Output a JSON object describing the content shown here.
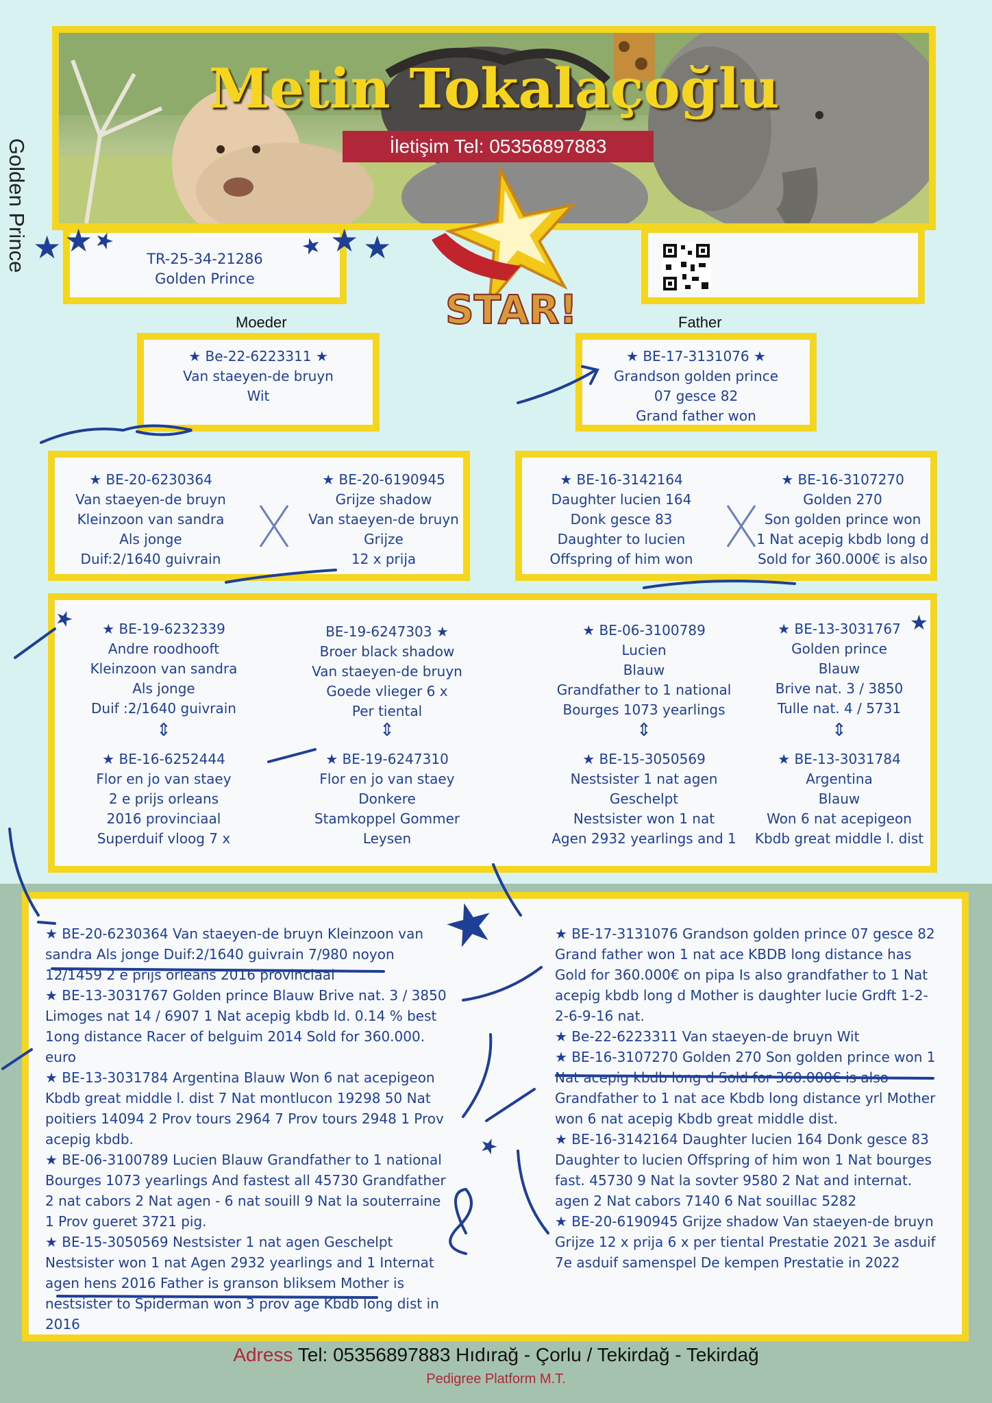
{
  "side_title": "Golden Prince",
  "header": {
    "title": "Metin Tokalaçoğlu",
    "phone": "İletişim Tel: 05356897883"
  },
  "logo": {
    "text": "STAR!"
  },
  "bird": {
    "ring": "TR-25-34-21286",
    "name": "Golden Prince"
  },
  "labels": {
    "mother": "Moeder",
    "father": "Father"
  },
  "mother": {
    "lines": [
      "★ Be-22-6223311 ★",
      "Van staeyen-de bruyn",
      "Wit"
    ]
  },
  "father": {
    "lines": [
      "★ BE-17-3131076 ★",
      "Grandson golden prince",
      "07 gesce 82",
      "Grand father won"
    ]
  },
  "gen2": {
    "mm_left": [
      "★ BE-20-6230364",
      "Van staeyen-de bruyn",
      "Kleinzoon van sandra",
      "Als jonge",
      "Duif:2/1640 guivrain"
    ],
    "mm_right": [
      "★ BE-20-6190945",
      "Grijze shadow",
      "Van staeyen-de bruyn",
      "Grijze",
      "12 x prija"
    ],
    "ff_left": [
      "★ BE-16-3142164",
      "Daughter lucien 164",
      "Donk gesce 83",
      "Daughter to lucien",
      "Offspring of him won"
    ],
    "ff_right": [
      "★ BE-16-3107270",
      "Golden 270",
      "Son golden prince won",
      "1 Nat acepig kbdb long d",
      "Sold for 360.000€ is also"
    ]
  },
  "gen3": {
    "c1_top": [
      "★ BE-19-6232339",
      "Andre roodhooft",
      "Kleinzoon van sandra",
      "Als jonge",
      "Duif :2/1640 guivrain"
    ],
    "c1_bot": [
      "★ BE-16-6252444",
      "Flor en jo van staey",
      "2 e prijs orleans",
      "2016 provinciaal",
      "Superduif vloog 7 x"
    ],
    "c2_top": [
      "BE-19-6247303 ★",
      "Broer black shadow",
      "Van staeyen-de bruyn",
      "Goede vlieger 6 x",
      "Per tiental"
    ],
    "c2_bot": [
      "★ BE-19-6247310",
      "Flor en jo van staey",
      "Donkere",
      "Stamkoppel Gommer",
      "Leysen"
    ],
    "c3_top": [
      "★ BE-06-3100789",
      "Lucien",
      "Blauw",
      "Grandfather to 1 national",
      "Bourges 1073 yearlings"
    ],
    "c3_bot": [
      "★ BE-15-3050569",
      "Nestsister 1 nat agen",
      "Geschelpt",
      "Nestsister won 1 nat",
      "Agen 2932 yearlings and 1"
    ],
    "c4_top": [
      "★ BE-13-3031767",
      "Golden prince",
      "Blauw",
      "Brive nat. 3 / 3850",
      "Tulle nat. 4 / 5731"
    ],
    "c4_bot": [
      "★ BE-13-3031784",
      "Argentina",
      "Blauw",
      "Won 6 nat acepigeon",
      "Kbdb great middle l. dist"
    ],
    "arrow": "⇕"
  },
  "notes_left": [
    "★ BE-20-6230364 Van staeyen-de bruyn Kleinzoon van sandra Als jonge Duif:2/1640 guivrain 7/980 noyon 12/1459 2 e prijs orleans 2016 provinciaal",
    "★ BE-13-3031767 Golden prince Blauw Brive nat. 3 / 3850 Limoges nat 14 / 6907 1 Nat acepig kbdb ld. 0.14 % best 1ong distance Racer of belguim 2014 Sold for 360.000. euro",
    "★ BE-13-3031784 Argentina Blauw Won 6 nat acepigeon Kbdb great middle l. dist 7 Nat montlucon 19298 50 Nat poitiers 14094 2 Prov tours 2964 7 Prov tours 2948 1 Prov acepig kbdb.",
    "★ BE-06-3100789 Lucien Blauw Grandfather to 1 national Bourges 1073 yearlings And fastest all 45730 Grandfather 2 nat cabors 2 Nat agen - 6 nat souill 9 Nat la souterraine 1 Prov gueret 3721 pig.",
    "★ BE-15-3050569 Nestsister 1 nat agen Geschelpt Nestsister won 1 nat Agen 2932 yearlings and 1 Internat agen hens 2016 Father is granson bliksem Mother is nestsister to Spiderman won 3 prov age Kbdb long dist in 2016"
  ],
  "notes_right": [
    "★ BE-17-3131076 Grandson golden prince 07 gesce 82 Grand father won 1 nat ace KBDB long distance has Gold for 360.000€ on pipa Is also grandfather to 1 Nat acepig kbdb long d Mother is daughter lucie Grdft 1-2-2-6-9-16 nat.",
    "★ Be-22-6223311 Van staeyen-de bruyn Wit",
    "★ BE-16-3107270 Golden 270 Son golden prince won 1 Nat acepig kbdb long d Sold for 360.000€ is also Grandfather to 1 nat ace Kbdb long distance yrl Mother won 6 nat acepig Kbdb great middle dist.",
    "★ BE-16-3142164 Daughter lucien 164 Donk gesce 83 Daughter to lucien Offspring of him won 1 Nat bourges fast. 45730 9 Nat la sovter 9580 2 Nat and internat. agen 2 Nat cabors 7140 6 Nat souillac 5282",
    "★ BE-20-6190945 Grijze shadow Van staeyen-de bruyn Grijze 12 x prija 6 x per tiental Prestatie 2021 3e asduif 7e asduif samenspel De kempen Prestatie in 2022"
  ],
  "footer": {
    "adress_label": "Adress",
    "contact": "Tel: 05356897883 Hıdırağ - Çorlu / Tekirdağ - Tekirdağ",
    "platform": "Pedigree Platform M.T."
  }
}
